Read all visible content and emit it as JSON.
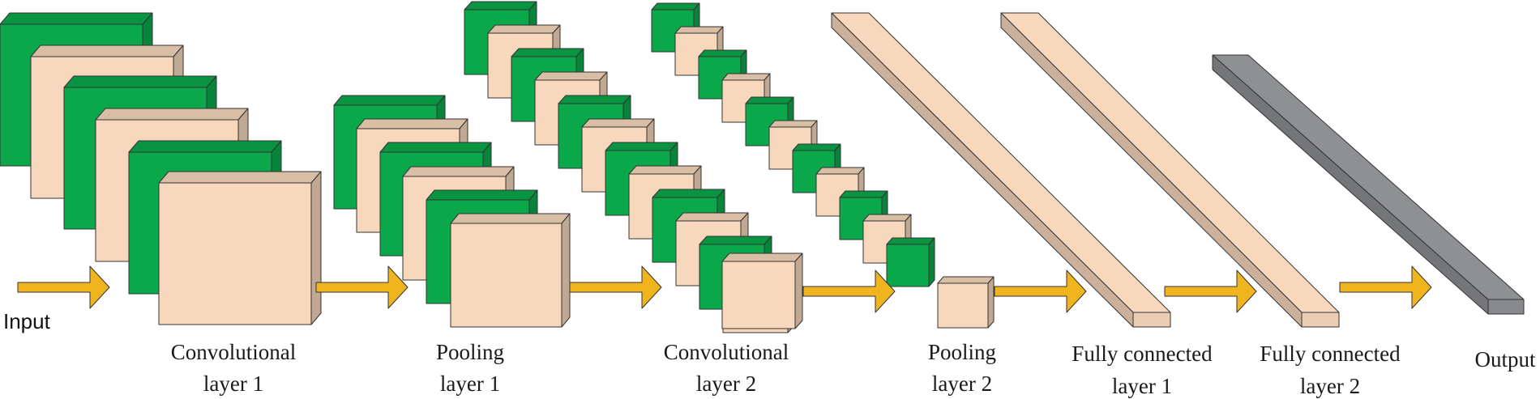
{
  "labels": {
    "input": "Input",
    "conv1": [
      "Convolutional",
      "layer 1"
    ],
    "pool1": [
      "Pooling",
      "layer 1"
    ],
    "conv2": [
      "Convolutional",
      "layer 2"
    ],
    "pool2": [
      "Pooling",
      "layer 2"
    ],
    "fc1": [
      "Fully connected",
      "layer 1"
    ],
    "fc2": [
      "Fully connected",
      "layer 2"
    ],
    "output": "Output"
  },
  "colors": {
    "feature_map_green": "#0aa84a",
    "feature_map_peach": "#f7d8bd",
    "output_gray": "#8f9093",
    "arrow": "#f0b41e",
    "edge": "#333333"
  },
  "icons": [
    "flow-arrow"
  ]
}
